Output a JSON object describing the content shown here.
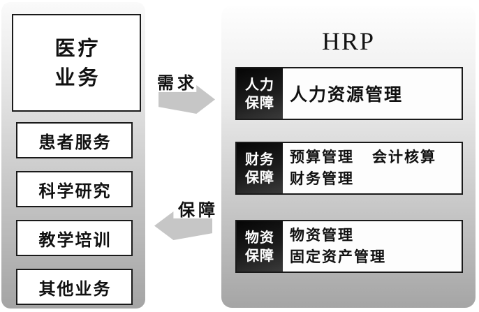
{
  "left_panel": {
    "main_box": {
      "line1": "医疗",
      "line2": "业务"
    },
    "items": [
      "患者服务",
      "科学研究",
      "教学培训",
      "其他业务"
    ]
  },
  "arrows": {
    "demand_label": "需求",
    "support_label": "保障"
  },
  "right_panel": {
    "title": "HRP",
    "rows": [
      {
        "tag": {
          "line1": "人力",
          "line2": "保障"
        },
        "items": [
          "人力资源管理"
        ]
      },
      {
        "tag": {
          "line1": "财务",
          "line2": "保障"
        },
        "items": [
          "预算管理",
          "会计核算",
          "财务管理"
        ]
      },
      {
        "tag": {
          "line1": "物资",
          "line2": "保障"
        },
        "items": [
          "物资管理",
          "固定资产管理"
        ]
      }
    ]
  },
  "colors": {
    "panel_gradient_top": "#fdfdfd",
    "panel_gradient_bottom": "#a5a5a5",
    "box_border": "#1a1a1a",
    "box_fill": "#ffffff",
    "tag_background": "#161616",
    "tag_text": "#ffffff",
    "arrow_fill": "#c6c6c6",
    "text": "#111111"
  }
}
